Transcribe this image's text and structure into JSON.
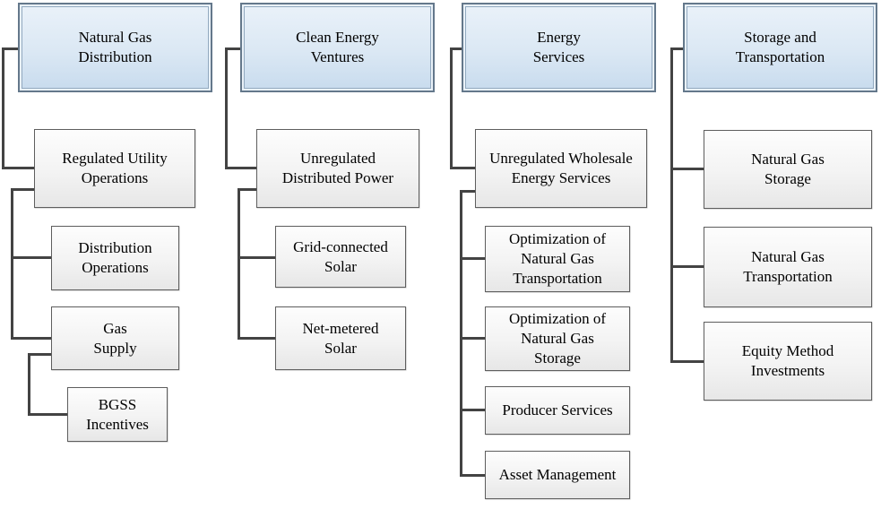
{
  "diagram": {
    "type": "org-chart",
    "columns": [
      {
        "id": "natural-gas-distribution",
        "root": "Natural Gas\nDistribution",
        "nodes": [
          "Regulated Utility\nOperations",
          "Distribution\nOperations",
          "Gas\nSupply",
          "BGSS\nIncentives"
        ]
      },
      {
        "id": "clean-energy-ventures",
        "root": "Clean Energy\nVentures",
        "nodes": [
          "Unregulated\nDistributed Power",
          "Grid-connected\nSolar",
          "Net-metered\nSolar"
        ]
      },
      {
        "id": "energy-services",
        "root": "Energy\nServices",
        "nodes": [
          "Unregulated Wholesale\nEnergy Services",
          "Optimization of\nNatural Gas\nTransportation",
          "Optimization of\nNatural Gas\nStorage",
          "Producer Services",
          "Asset Management"
        ]
      },
      {
        "id": "storage-and-transportation",
        "root": "Storage and\nTransportation",
        "nodes": [
          "Natural Gas\nStorage",
          "Natural Gas\nTransportation",
          "Equity Method\nInvestments"
        ]
      }
    ],
    "colors": {
      "root_fill_top": "#e9f1f9",
      "root_fill_bottom": "#c9dcee",
      "root_border_outer": "#64788b",
      "root_border_inner": "#92a9bf",
      "node_fill_top": "#fdfdfd",
      "node_fill_bottom": "#e7e7e7",
      "node_border": "#5e5e5e",
      "connector": "#434343",
      "text": "#000000",
      "background": "#ffffff"
    }
  }
}
